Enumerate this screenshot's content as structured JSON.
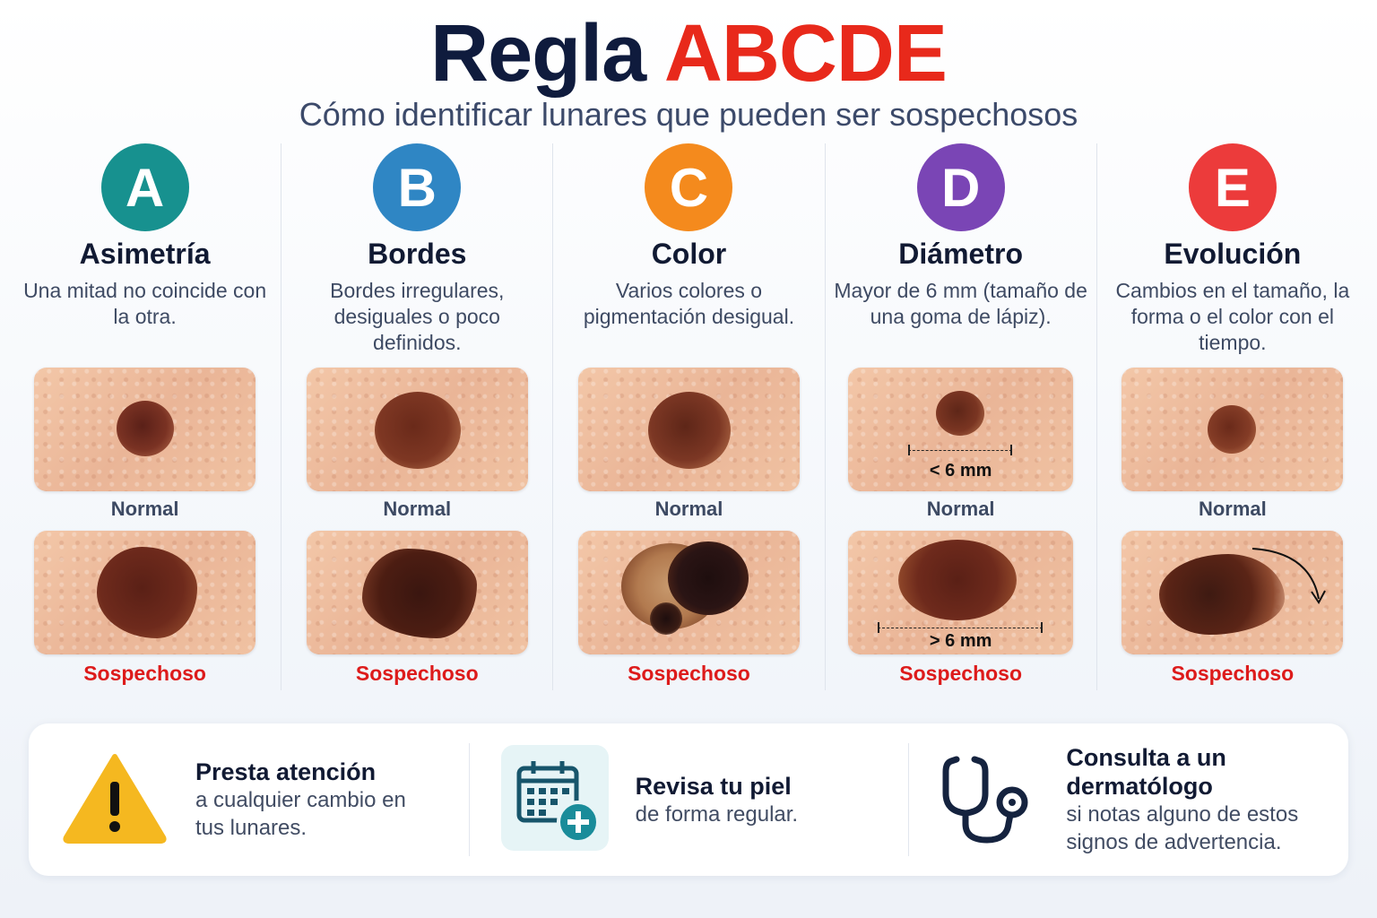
{
  "header": {
    "title_part1": "Regla",
    "title_part2": "ABCDE",
    "subtitle": "Cómo identificar lunares que pueden ser sospechosos"
  },
  "colors": {
    "title_dark": "#0f1b3d",
    "title_accent": "#e8291b",
    "suspicious_label": "#dd1b1b"
  },
  "criteria": [
    {
      "letter": "A",
      "color": "#17918f",
      "title": "Asimetría",
      "description": "Una mitad no coincide con la otra.",
      "normal_label": "Normal",
      "suspicious_label": "Sospechoso",
      "normal_measure": "",
      "suspicious_measure": ""
    },
    {
      "letter": "B",
      "color": "#2f86c4",
      "title": "Bordes",
      "description": "Bordes irregulares, desiguales o poco definidos.",
      "normal_label": "Normal",
      "suspicious_label": "Sospechoso",
      "normal_measure": "",
      "suspicious_measure": ""
    },
    {
      "letter": "C",
      "color": "#f48a1d",
      "title": "Color",
      "description": "Varios colores o pigmentación desigual.",
      "normal_label": "Normal",
      "suspicious_label": "Sospechoso",
      "normal_measure": "",
      "suspicious_measure": ""
    },
    {
      "letter": "D",
      "color": "#7a45b5",
      "title": "Diámetro",
      "description": "Mayor de 6 mm (tamaño de una goma de lápiz).",
      "normal_label": "Normal",
      "suspicious_label": "Sospechoso",
      "normal_measure": "< 6 mm",
      "suspicious_measure": "> 6 mm"
    },
    {
      "letter": "E",
      "color": "#ec3b3b",
      "title": "Evolución",
      "description": "Cambios en el tamaño, la forma o el color con el tiempo.",
      "normal_label": "Normal",
      "suspicious_label": "Sospechoso",
      "normal_measure": "",
      "suspicious_measure": ""
    }
  ],
  "footer": [
    {
      "icon": "warning-icon",
      "title": "Presta atención",
      "text": "a cualquier cambio en tus lunares."
    },
    {
      "icon": "calendar-plus-icon",
      "title": "Revisa tu piel",
      "text": "de forma regular."
    },
    {
      "icon": "stethoscope-icon",
      "title": "Consulta a un dermatólogo",
      "text": "si notas alguno de estos signos de advertencia."
    }
  ]
}
